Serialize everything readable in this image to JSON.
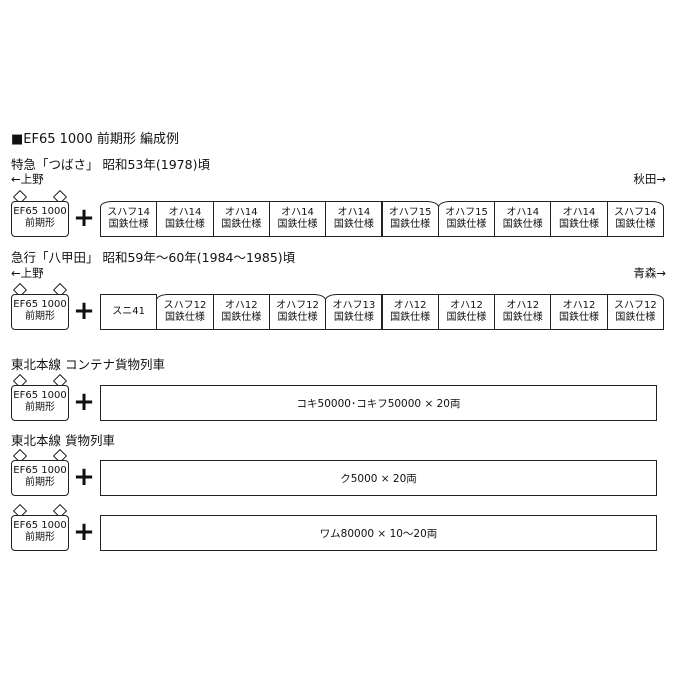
{
  "page": {
    "title": "■EF65 1000 前期形 編成例"
  },
  "sections": [
    {
      "heading": "特急「つばさ」 昭和53年(1978)頃",
      "left_dir": "←上野",
      "right_dir": "秋田→",
      "loco": {
        "line1": "EF65 1000",
        "line2": "前期形"
      },
      "plus": "+",
      "cars": [
        {
          "l1": "スハフ14",
          "l2": "国鉄仕様",
          "cab": "left"
        },
        {
          "l1": "オハ14",
          "l2": "国鉄仕様"
        },
        {
          "l1": "オハ14",
          "l2": "国鉄仕様"
        },
        {
          "l1": "オハ14",
          "l2": "国鉄仕様"
        },
        {
          "l1": "オハ14",
          "l2": "国鉄仕様"
        },
        {
          "l1": "オハフ15",
          "l2": "国鉄仕様",
          "cab": "right"
        },
        {
          "l1": "オハフ15",
          "l2": "国鉄仕様",
          "cab": "left"
        },
        {
          "l1": "オハ14",
          "l2": "国鉄仕様"
        },
        {
          "l1": "オハ14",
          "l2": "国鉄仕様"
        },
        {
          "l1": "スハフ14",
          "l2": "国鉄仕様",
          "cab": "right"
        }
      ]
    },
    {
      "heading": "急行「八甲田」 昭和59年〜60年(1984〜1985)頃",
      "left_dir": "←上野",
      "right_dir": "青森→",
      "loco": {
        "line1": "EF65 1000",
        "line2": "前期形"
      },
      "plus": "+",
      "cars": [
        {
          "l1": "スニ41",
          "l2": ""
        },
        {
          "l1": "スハフ12",
          "l2": "国鉄仕様",
          "cab": "left"
        },
        {
          "l1": "オハ12",
          "l2": "国鉄仕様"
        },
        {
          "l1": "オハフ12",
          "l2": "国鉄仕様",
          "cab": "right"
        },
        {
          "l1": "オハフ13",
          "l2": "国鉄仕様",
          "cab": "left"
        },
        {
          "l1": "オハ12",
          "l2": "国鉄仕様"
        },
        {
          "l1": "オハ12",
          "l2": "国鉄仕様"
        },
        {
          "l1": "オハ12",
          "l2": "国鉄仕様"
        },
        {
          "l1": "オハ12",
          "l2": "国鉄仕様"
        },
        {
          "l1": "スハフ12",
          "l2": "国鉄仕様",
          "cab": "right"
        }
      ]
    },
    {
      "heading": "東北本線 コンテナ貨物列車",
      "loco": {
        "line1": "EF65 1000",
        "line2": "前期形"
      },
      "plus": "+",
      "freight": "コキ50000･コキフ50000 × 20両"
    },
    {
      "heading": "東北本線 貨物列車",
      "loco": {
        "line1": "EF65 1000",
        "line2": "前期形"
      },
      "plus": "+",
      "freight": "ク5000 × 20両"
    },
    {
      "loco": {
        "line1": "EF65 1000",
        "line2": "前期形"
      },
      "plus": "+",
      "freight": "ワム80000 × 10〜20両"
    }
  ]
}
